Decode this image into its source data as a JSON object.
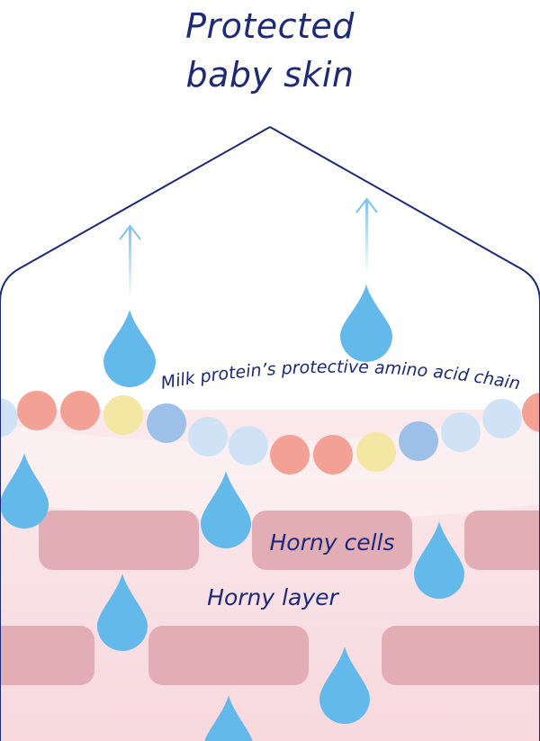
{
  "title": {
    "line1": "Protected",
    "line2": "baby skin"
  },
  "labels": {
    "amino_chain": "Milk protein’s protective amino acid chain",
    "horny_cells": "Horny cells",
    "horny_layer": "Horny layer"
  },
  "colors": {
    "text": "#1c2a78",
    "hexagon_outline": "#1c2a78",
    "water_drop": "#63b9ea",
    "arrow": "#8ccbee",
    "bead_salmon": "#f3a095",
    "bead_yellow": "#f4e6a3",
    "bead_blue": "#9dc0e8",
    "bead_light_blue": "#d0e3f6",
    "horny_cell": "#e3adb6",
    "skin_background": "#fae4e7"
  }
}
